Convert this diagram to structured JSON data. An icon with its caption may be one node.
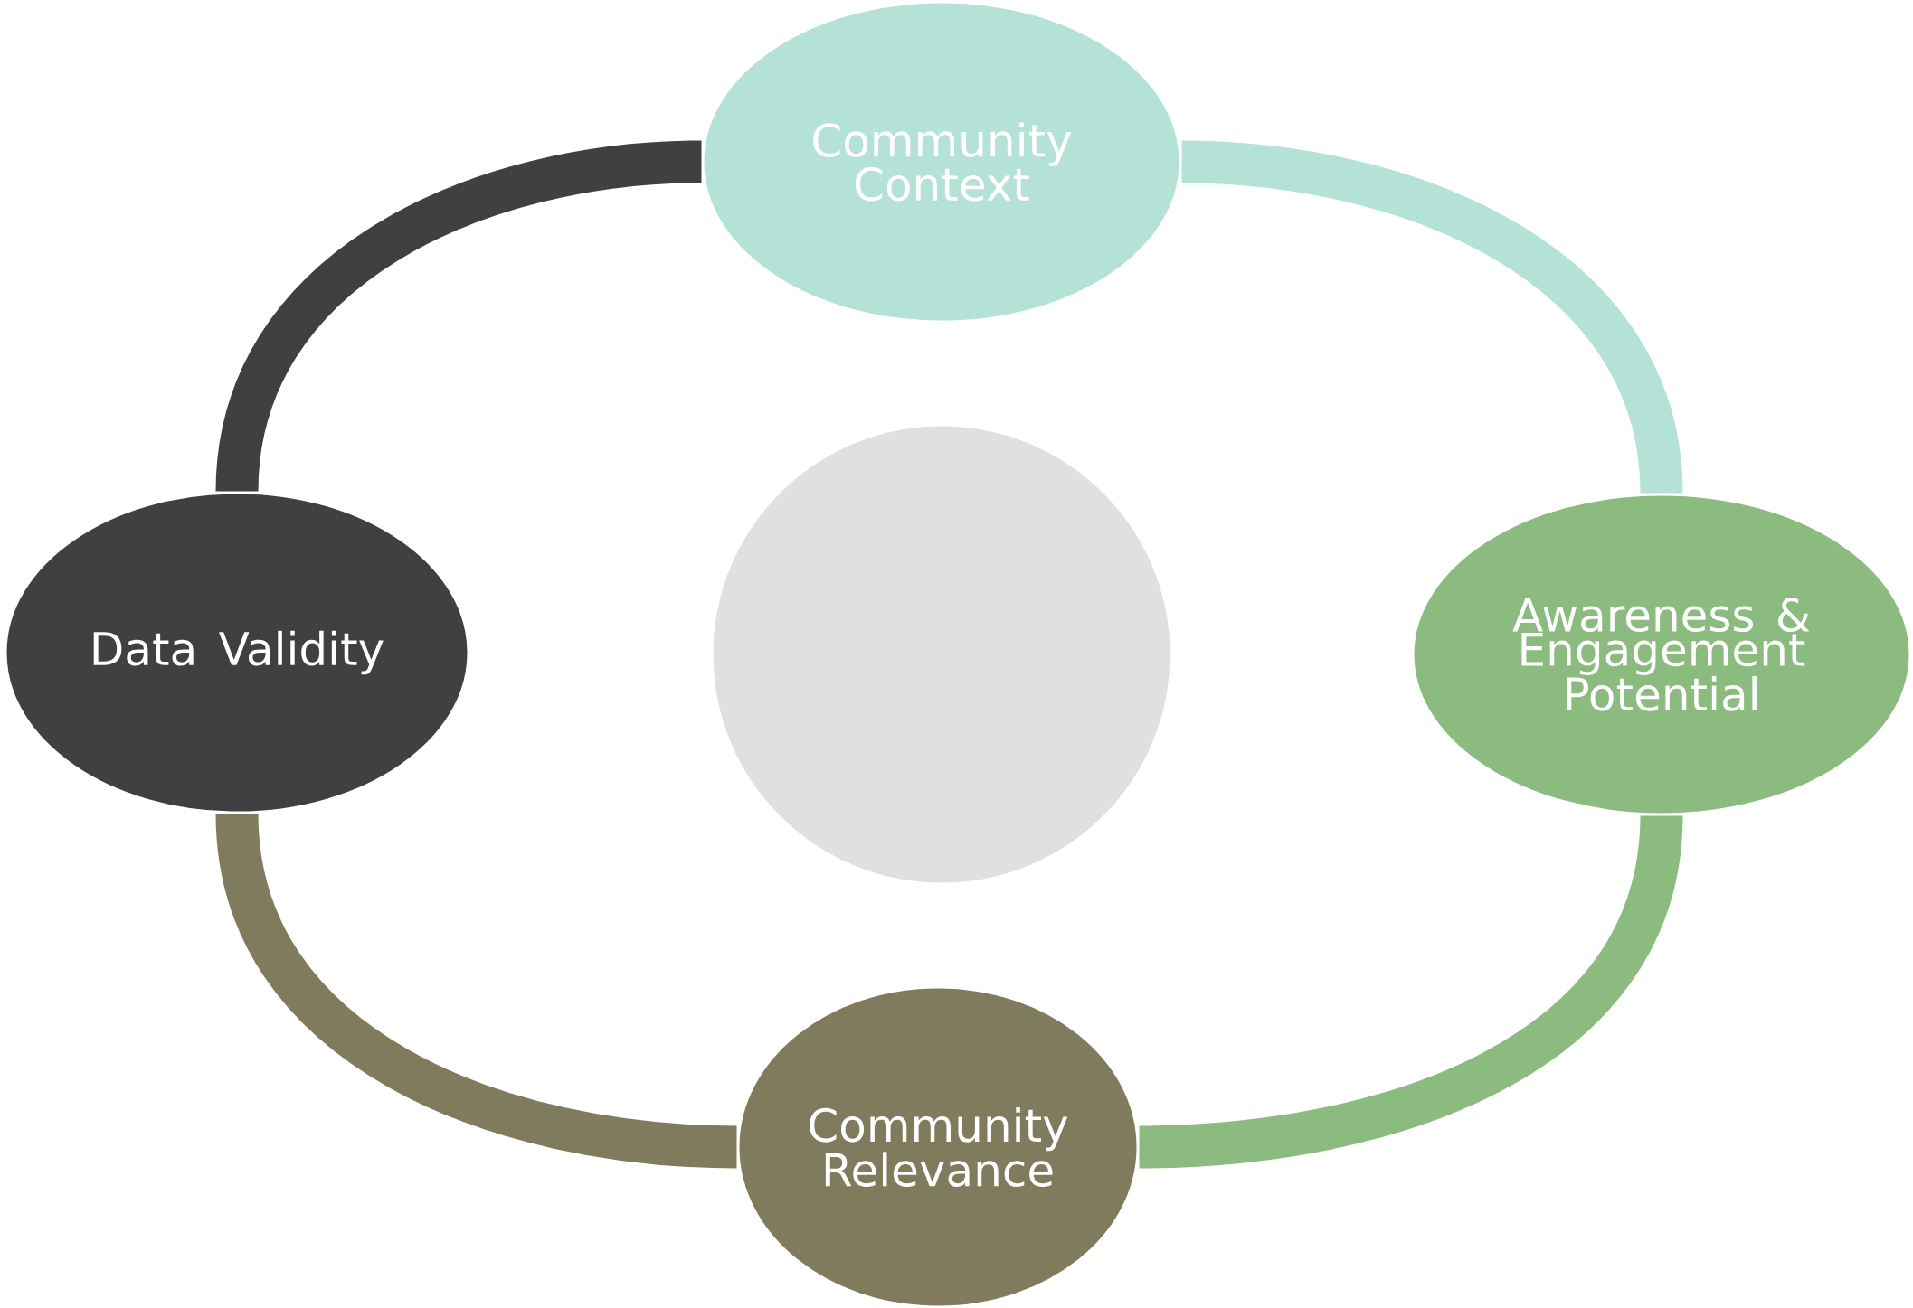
{
  "diagram": {
    "nodes": [
      {
        "text": [
          "Community Context"
        ]
      },
      {
        "text": [
          "Awareness & Engagement Potential"
        ]
      },
      {
        "text": [
          "Community Relevance"
        ]
      },
      {
        "text": [
          "Data Validity"
        ]
      },
      {
        "text": [],
        "shape": "circle"
      }
    ],
    "edges": [
      {
        "from": 0,
        "to": 1,
        "arrow": "none",
        "color": "#b5e2d7"
      },
      {
        "from": 1,
        "to": 2,
        "arrow": "none",
        "color": "#8cbb80"
      },
      {
        "from": 2,
        "to": 3,
        "arrow": "none",
        "color": "#7f7b5c"
      },
      {
        "from": 3,
        "to": 0,
        "arrow": "none",
        "color": "#404040"
      }
    ]
  }
}
